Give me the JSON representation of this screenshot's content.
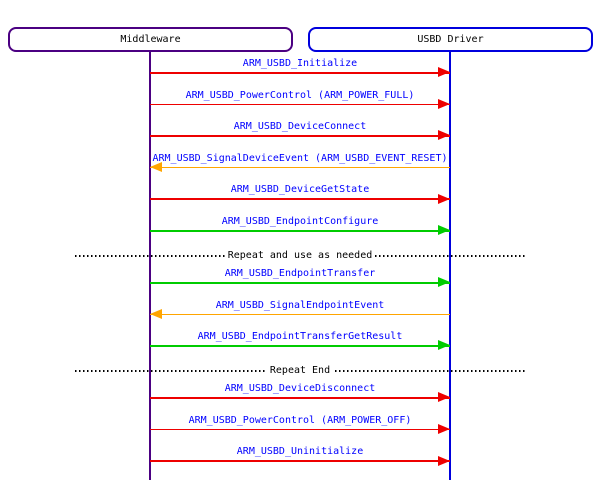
{
  "diagram_type": "sequence-diagram",
  "label_color": "#0000FF",
  "entities": [
    {
      "label": "Middleware",
      "color": "#4B0082"
    },
    {
      "label": "USBD Driver",
      "color": "#0000DD"
    }
  ],
  "items": [
    {
      "type": "arrow",
      "label": "ARM_USBD_Initialize",
      "color": "#EE0000",
      "direction": "right"
    },
    {
      "type": "arrow",
      "label": "ARM_USBD_PowerControl (ARM_POWER_FULL)",
      "color": "#EE0000",
      "direction": "right"
    },
    {
      "type": "arrow",
      "label": "ARM_USBD_DeviceConnect",
      "color": "#EE0000",
      "direction": "right"
    },
    {
      "type": "arrow",
      "label": "ARM_USBD_SignalDeviceEvent (ARM_USBD_EVENT_RESET)",
      "color": "#FFA500",
      "direction": "left"
    },
    {
      "type": "arrow",
      "label": "ARM_USBD_DeviceGetState",
      "color": "#EE0000",
      "direction": "right"
    },
    {
      "type": "arrow",
      "label": "ARM_USBD_EndpointConfigure",
      "color": "#00CC00",
      "direction": "right"
    },
    {
      "type": "divider",
      "label": "Repeat and use as needed"
    },
    {
      "type": "arrow",
      "label": "ARM_USBD_EndpointTransfer",
      "color": "#00CC00",
      "direction": "right"
    },
    {
      "type": "arrow",
      "label": "ARM_USBD_SignalEndpointEvent",
      "color": "#FFA500",
      "direction": "left"
    },
    {
      "type": "arrow",
      "label": "ARM_USBD_EndpointTransferGetResult",
      "color": "#00CC00",
      "direction": "right"
    },
    {
      "type": "divider",
      "label": "Repeat End"
    },
    {
      "type": "arrow",
      "label": "ARM_USBD_DeviceDisconnect",
      "color": "#EE0000",
      "direction": "right"
    },
    {
      "type": "arrow",
      "label": "ARM_USBD_PowerControl (ARM_POWER_OFF)",
      "color": "#EE0000",
      "direction": "right"
    },
    {
      "type": "arrow",
      "label": "ARM_USBD_Uninitialize",
      "color": "#EE0000",
      "direction": "right"
    }
  ]
}
